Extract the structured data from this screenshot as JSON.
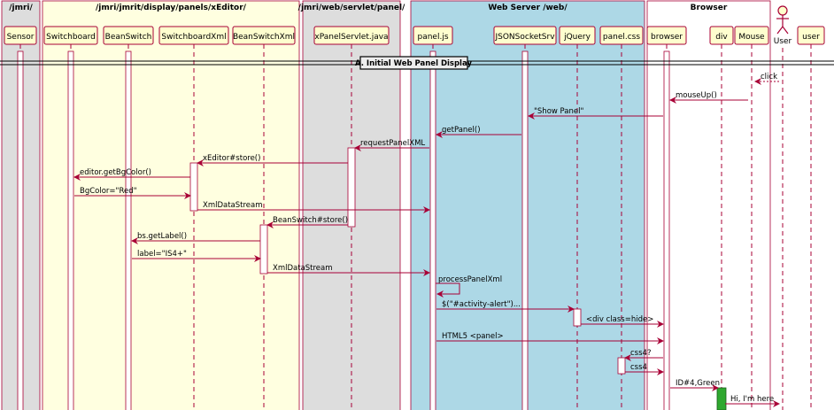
{
  "diagram": {
    "boxes": [
      {
        "id": "jmri",
        "title": "/jmri/",
        "color": "#dddddd"
      },
      {
        "id": "xeditor",
        "title": "/jmri/jmrit/display/panels/xEditor/",
        "color": "#ffffe0"
      },
      {
        "id": "servlet",
        "title": "/jmri/web/servlet/panel/",
        "color": "#dddddd"
      },
      {
        "id": "webserver",
        "title": "Web Server /web/",
        "color": "#add8e6"
      },
      {
        "id": "browserbox",
        "title": "Browser",
        "color": "#ffffff"
      }
    ],
    "participants": [
      {
        "id": "sensor",
        "label": "Sensor",
        "box": "jmri"
      },
      {
        "id": "switchboard",
        "label": "Switchboard",
        "box": "xeditor"
      },
      {
        "id": "beanswitch",
        "label": "BeanSwitch",
        "box": "xeditor"
      },
      {
        "id": "switchboardxml",
        "label": "SwitchboardXml",
        "box": "xeditor"
      },
      {
        "id": "beanswitchxml",
        "label": "BeanSwitchXml",
        "box": "xeditor"
      },
      {
        "id": "xpanelservlet",
        "label": "xPanelServlet.java",
        "box": "servlet"
      },
      {
        "id": "paneljs",
        "label": "panel.js",
        "box": "webserver"
      },
      {
        "id": "jsonsocket",
        "label": "JSONSocketSrv",
        "box": "webserver"
      },
      {
        "id": "jquery",
        "label": "jQuery",
        "box": "webserver"
      },
      {
        "id": "panelcss",
        "label": "panel.css",
        "box": "webserver"
      },
      {
        "id": "browser",
        "label": "browser",
        "box": "browserbox"
      },
      {
        "id": "div",
        "label": "div",
        "box": "browserbox"
      },
      {
        "id": "mouse",
        "label": "Mouse",
        "box": "browserbox"
      },
      {
        "id": "useractor",
        "label": "User",
        "actor": true
      },
      {
        "id": "user",
        "label": "user"
      }
    ],
    "divider": "A. Initial Web Panel Display",
    "messages": [
      {
        "from": "useractor",
        "to": "mouse",
        "label": "click",
        "dashed": true
      },
      {
        "from": "mouse",
        "to": "browser",
        "label": "mouseUp()"
      },
      {
        "from": "browser",
        "to": "jsonsocket",
        "label": "\"Show Panel\""
      },
      {
        "from": "jsonsocket",
        "to": "paneljs",
        "label": "getPanel()"
      },
      {
        "from": "paneljs",
        "to": "xpanelservlet",
        "label": "requestPanelXML"
      },
      {
        "from": "xpanelservlet",
        "to": "switchboardxml",
        "label": "xEditor#store()"
      },
      {
        "from": "switchboardxml",
        "to": "switchboard",
        "label": "editor.getBgColor()"
      },
      {
        "from": "switchboard",
        "to": "switchboardxml",
        "label": "BgColor=\"Red\""
      },
      {
        "from": "switchboardxml",
        "to": "paneljs",
        "label": "XmlDataStream"
      },
      {
        "from": "xpanelservlet",
        "to": "beanswitchxml",
        "label": "BeanSwitch#store()"
      },
      {
        "from": "beanswitchxml",
        "to": "beanswitch",
        "label": "bs.getLabel()"
      },
      {
        "from": "beanswitch",
        "to": "beanswitchxml",
        "label": "label=\"IS4+\""
      },
      {
        "from": "beanswitchxml",
        "to": "paneljs",
        "label": "XmlDataStream"
      },
      {
        "from": "paneljs",
        "to": "paneljs",
        "label": "processPanelXml",
        "self": true
      },
      {
        "from": "paneljs",
        "to": "jquery",
        "label": "$(\"#activity-alert\")..."
      },
      {
        "from": "jquery",
        "to": "browser",
        "label": "<div class=hide>"
      },
      {
        "from": "paneljs",
        "to": "browser",
        "label": "HTML5 <panel>"
      },
      {
        "from": "browser",
        "to": "panelcss",
        "label": "css4?"
      },
      {
        "from": "panelcss",
        "to": "browser",
        "label": "css4"
      },
      {
        "from": "browser",
        "to": "div",
        "label": "ID#4,Green"
      },
      {
        "from": "div",
        "to": "useractor",
        "label": "Hi, I'm here"
      }
    ]
  }
}
